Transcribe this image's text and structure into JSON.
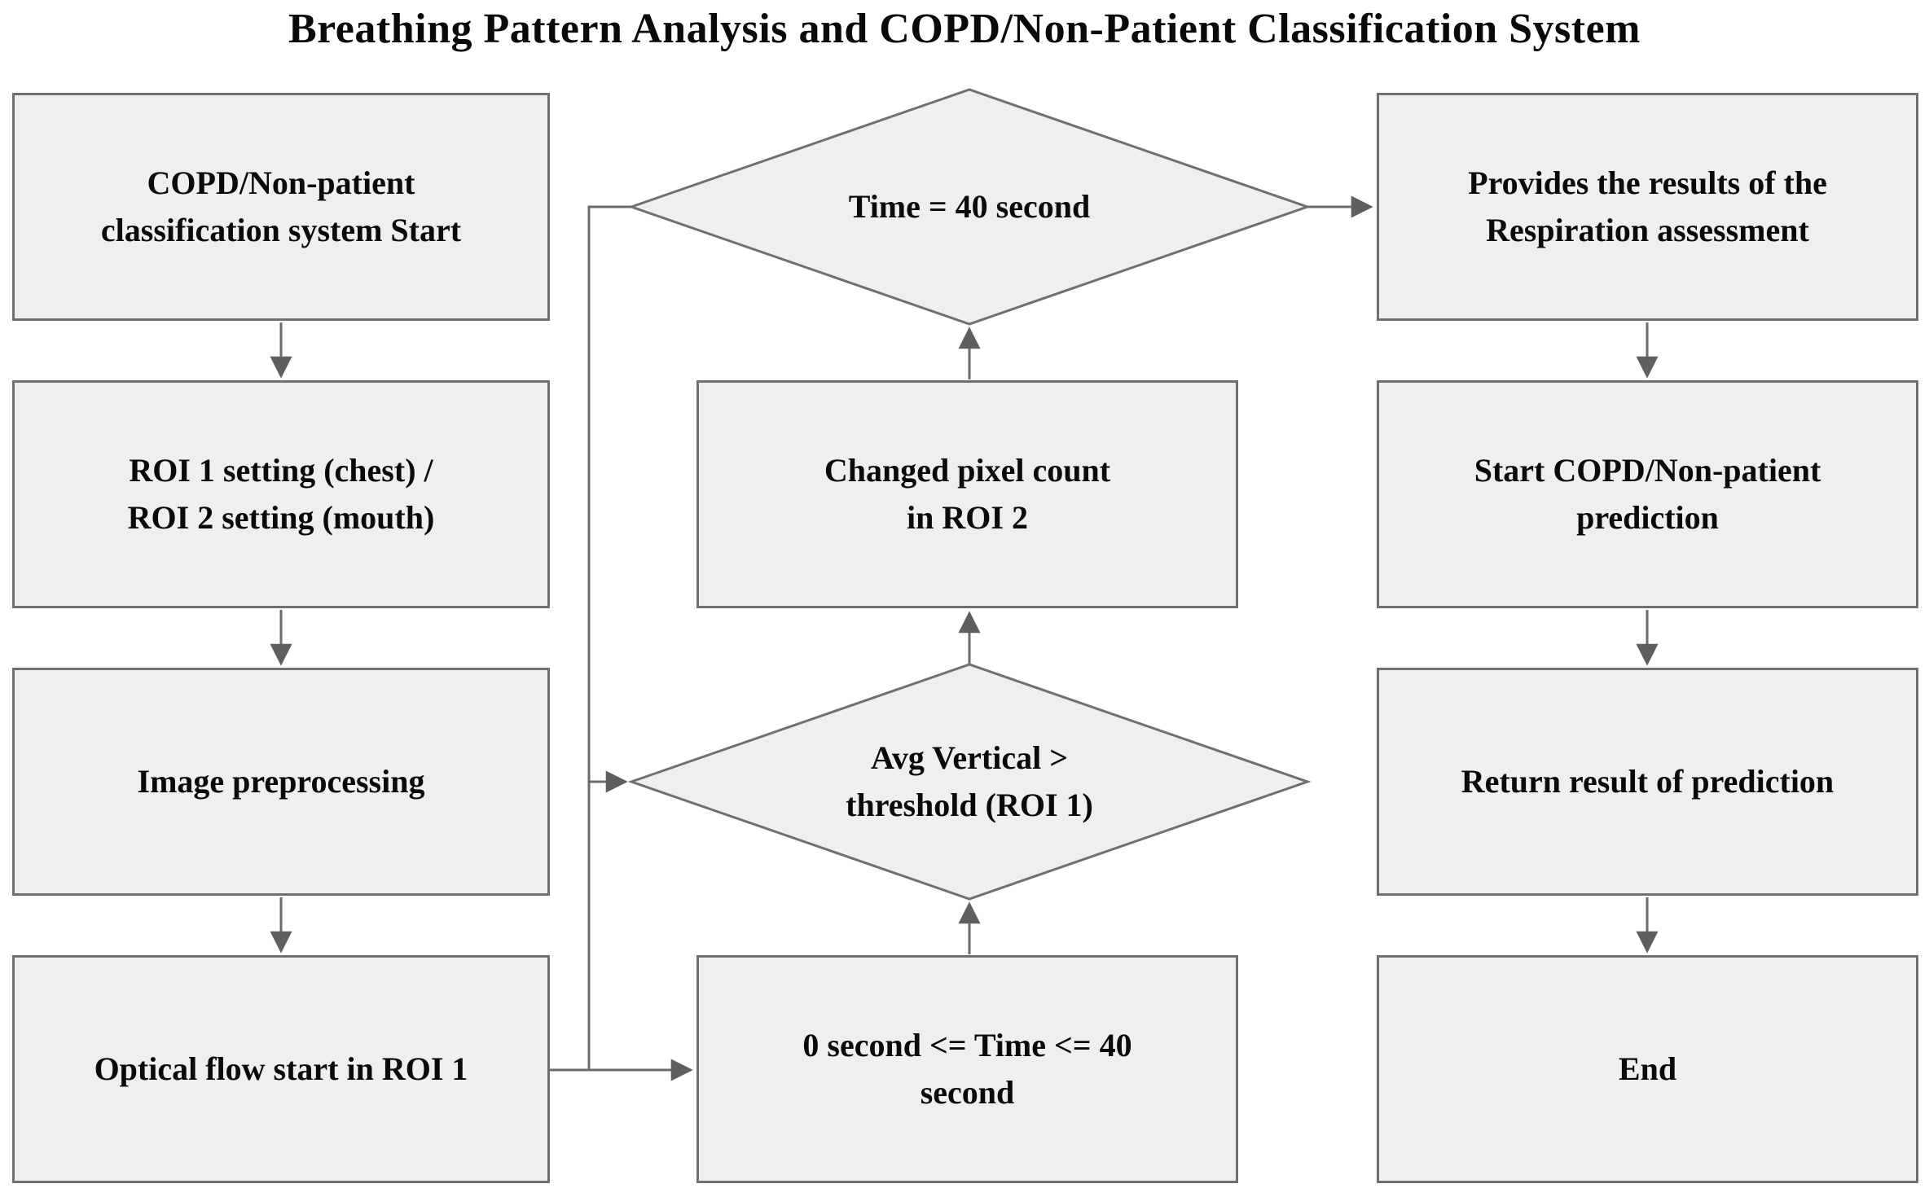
{
  "title": "Breathing Pattern Analysis and COPD/Non-Patient Classification System",
  "columns": {
    "left": [
      "COPD/Non-patient\nclassification system Start",
      "ROI 1 setting (chest) /\nROI 2 setting (mouth)",
      "Image preprocessing",
      "Optical flow start in ROI 1"
    ],
    "middle": [
      "Time = 40 second",
      "Changed pixel count\nin ROI 2",
      "Avg Vertical >\nthreshold (ROI 1)",
      "0 second <= Time <= 40\nsecond"
    ],
    "right": [
      "Provides the results of the\nRespiration assessment",
      "Start COPD/Non-patient\nprediction",
      "Return result of prediction",
      "End"
    ]
  },
  "colors": {
    "node_fill": "#efefef",
    "node_border": "#707070",
    "connector": "#6b6b6b",
    "text": "#0a0a0a",
    "background": "#ffffff"
  }
}
